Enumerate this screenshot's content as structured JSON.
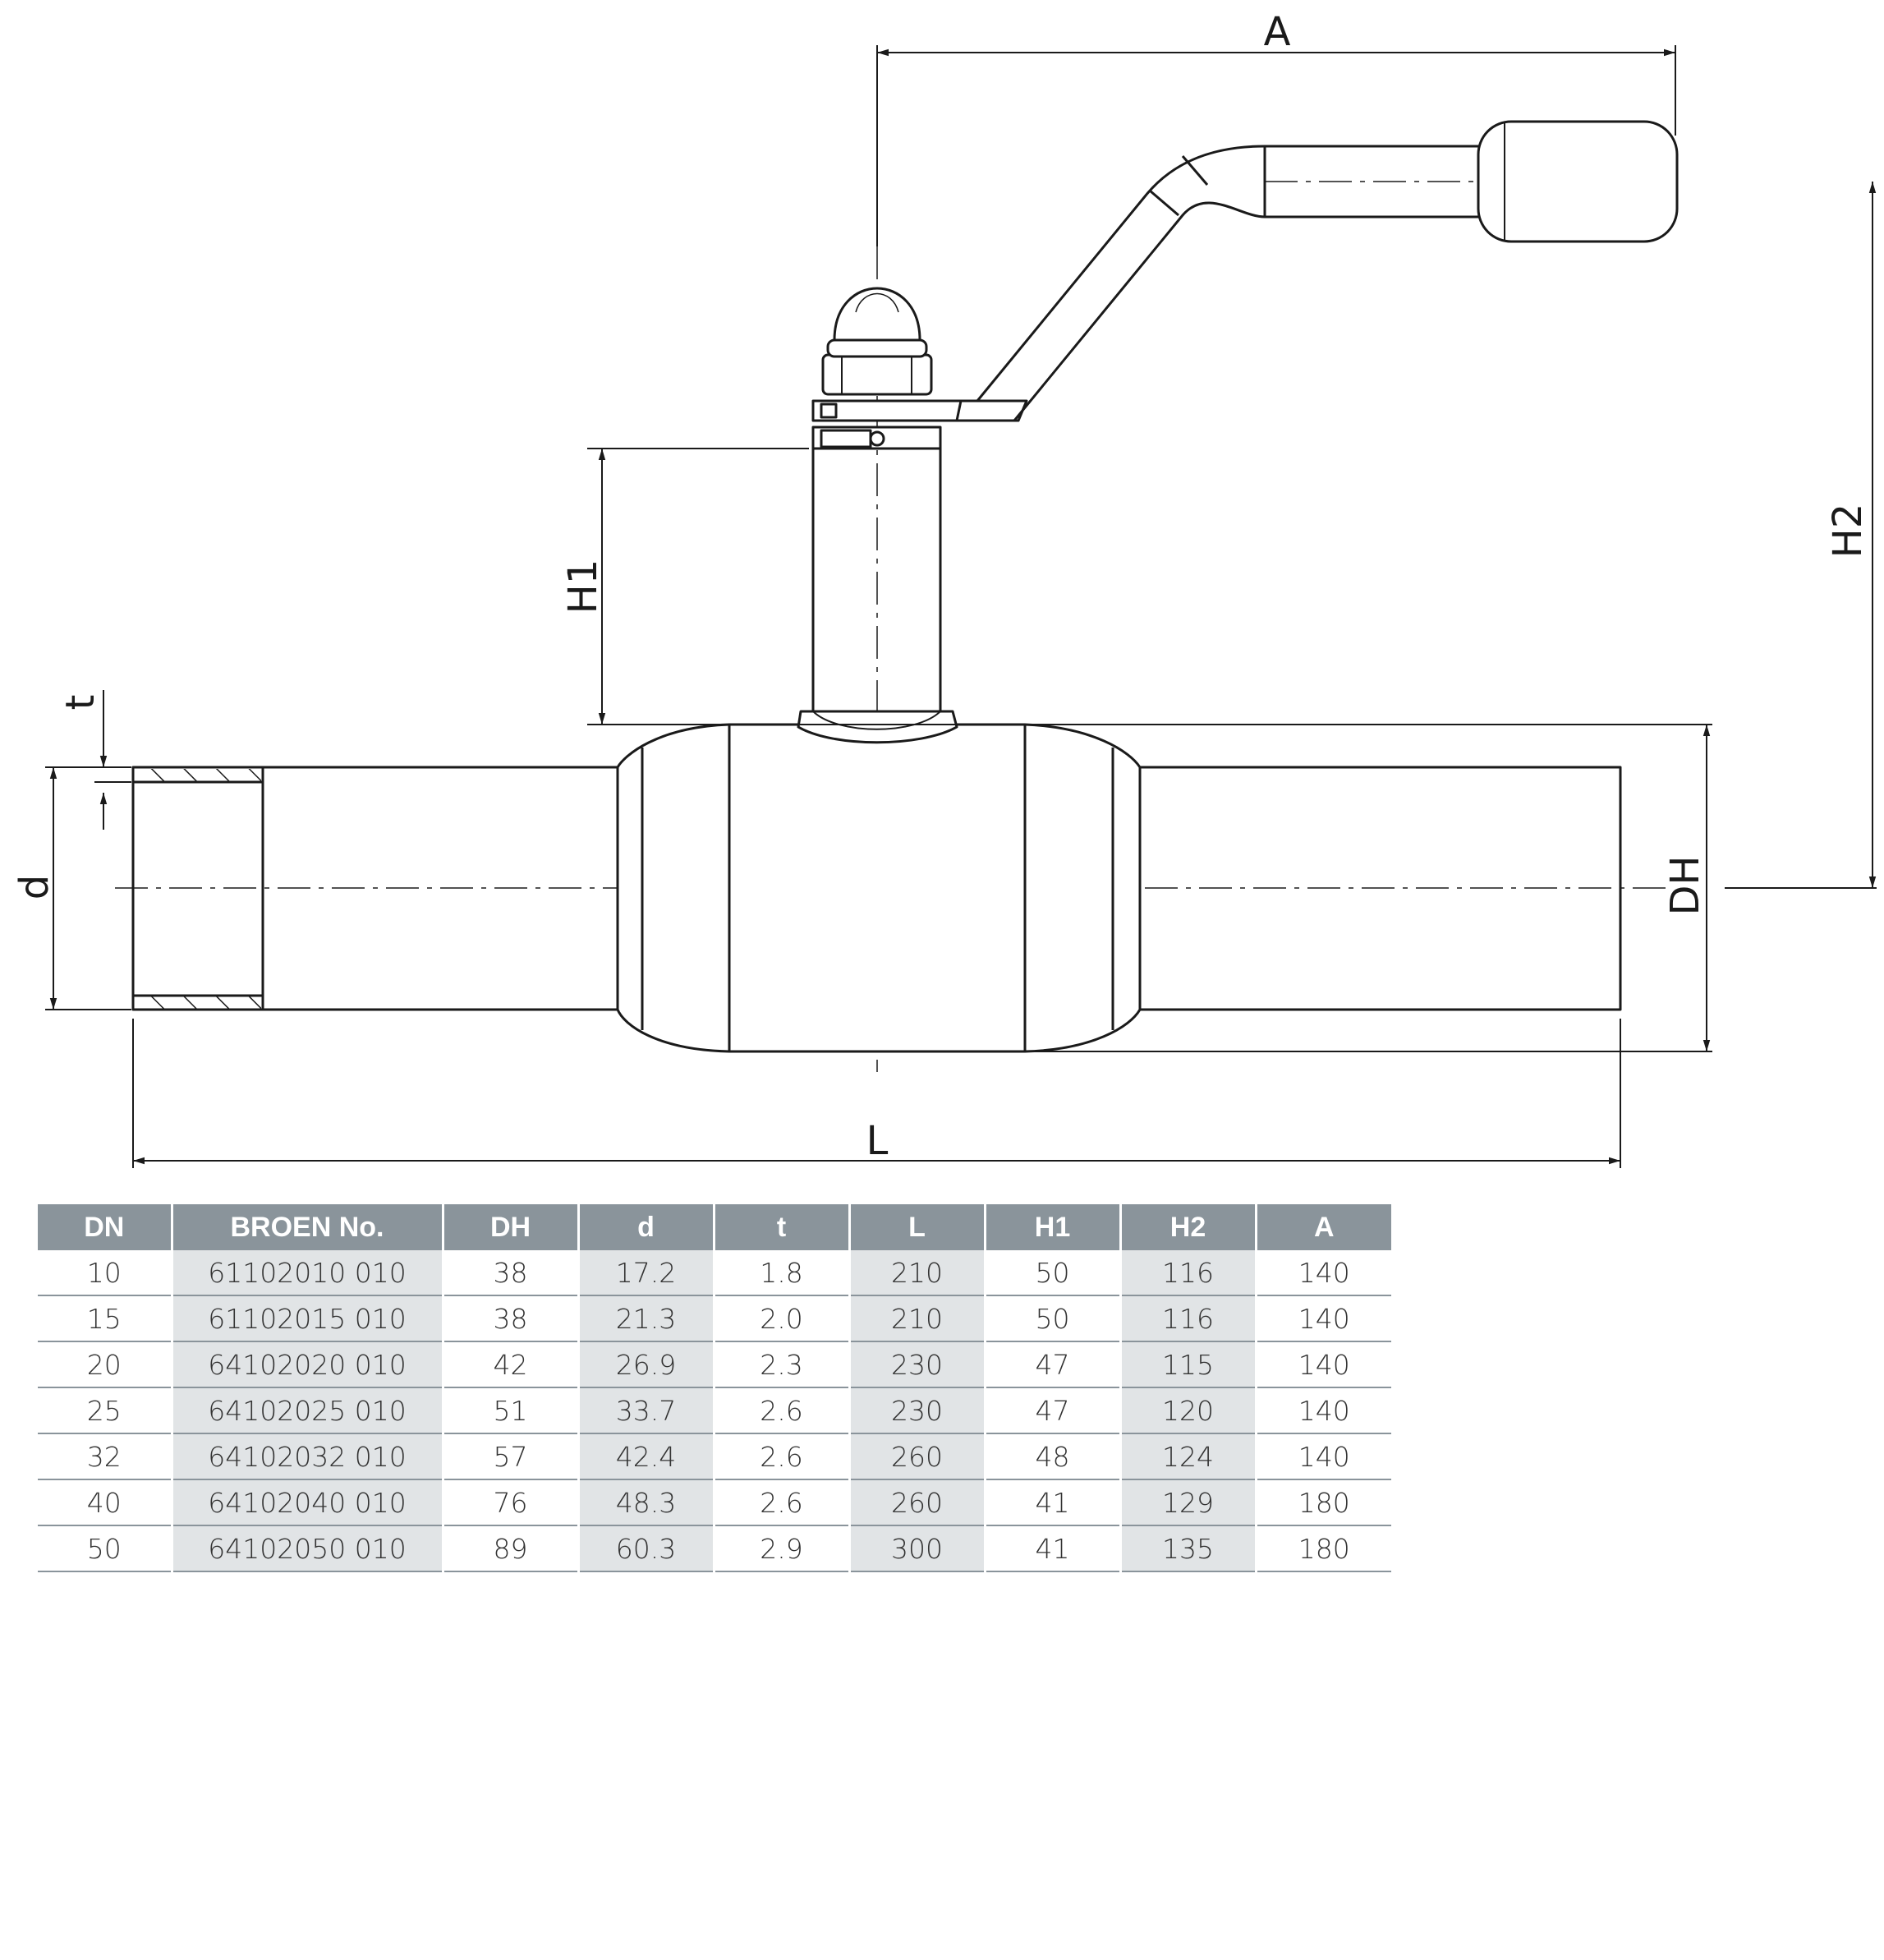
{
  "diagram": {
    "labels": {
      "A": "A",
      "H1": "H1",
      "H2": "H2",
      "t": "t",
      "d": "d",
      "DH": "DH",
      "L": "L"
    },
    "line_color": "#1a1a1a"
  },
  "table": {
    "header_bg": "#8a949b",
    "shade_bg": "#e1e4e6",
    "columns": [
      "DN",
      "BROEN No.",
      "DH",
      "d",
      "t",
      "L",
      "H1",
      "H2",
      "A"
    ],
    "rows": [
      [
        "10",
        "61102010 010",
        "38",
        "17.2",
        "1.8",
        "210",
        "50",
        "116",
        "140"
      ],
      [
        "15",
        "61102015 010",
        "38",
        "21.3",
        "2.0",
        "210",
        "50",
        "116",
        "140"
      ],
      [
        "20",
        "64102020 010",
        "42",
        "26.9",
        "2.3",
        "230",
        "47",
        "115",
        "140"
      ],
      [
        "25",
        "64102025 010",
        "51",
        "33.7",
        "2.6",
        "230",
        "47",
        "120",
        "140"
      ],
      [
        "32",
        "64102032 010",
        "57",
        "42.4",
        "2.6",
        "260",
        "48",
        "124",
        "140"
      ],
      [
        "40",
        "64102040 010",
        "76",
        "48.3",
        "2.6",
        "260",
        "41",
        "129",
        "180"
      ],
      [
        "50",
        "64102050 010",
        "89",
        "60.3",
        "2.9",
        "300",
        "41",
        "135",
        "180"
      ]
    ]
  }
}
